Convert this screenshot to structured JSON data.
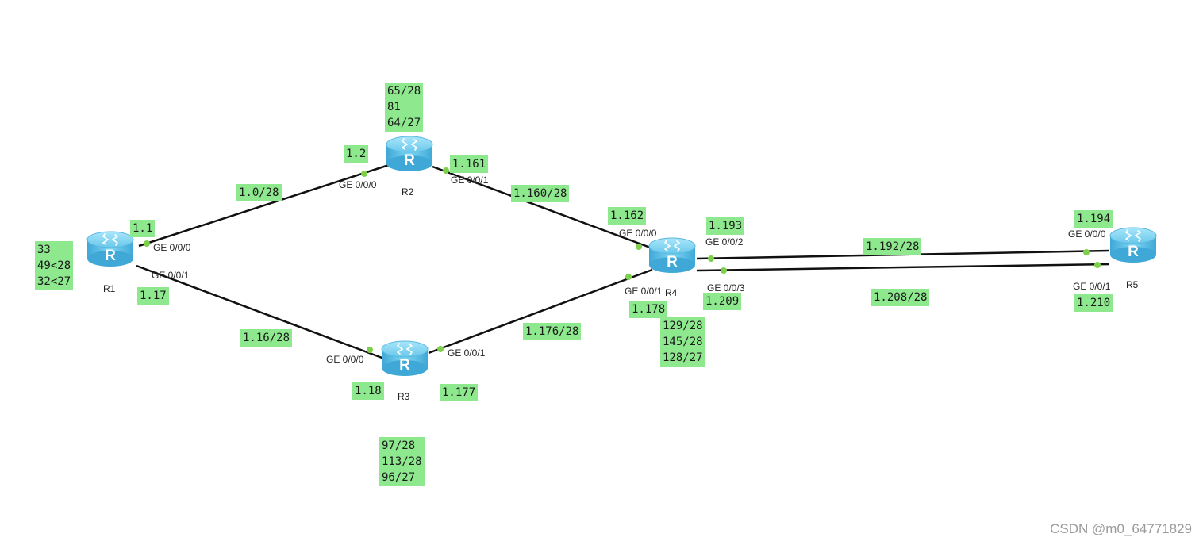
{
  "routers": [
    {
      "id": "R1",
      "name": "R1"
    },
    {
      "id": "R2",
      "name": "R2"
    },
    {
      "id": "R3",
      "name": "R3"
    },
    {
      "id": "R4",
      "name": "R4"
    },
    {
      "id": "R5",
      "name": "R5"
    }
  ],
  "interfaces": {
    "r1_g0": "GE 0/0/0",
    "r1_g1": "GE 0/0/1",
    "r2_g0": "GE 0/0/0",
    "r2_g1": "GE 0/0/1",
    "r3_g0": "GE 0/0/0",
    "r3_g1": "GE 0/0/1",
    "r4_g0": "GE 0/0/0",
    "r4_g1": "GE 0/0/1",
    "r4_g2": "GE 0/0/2",
    "r4_g3": "GE 0/0/3",
    "r5_g0": "GE 0/0/0",
    "r5_g1": "GE 0/0/1"
  },
  "addresses": {
    "r1_g0": "1.1",
    "r1_g1": "1.17",
    "r2_g0": "1.2",
    "r2_g1": "1.161",
    "r3_g0": "1.18",
    "r3_g1": "1.177",
    "r4_g0": "1.162",
    "r4_g1": "1.178",
    "r4_g2": "1.193",
    "r4_g3": "1.209",
    "r5_g0": "1.194",
    "r5_g1": "1.210"
  },
  "subnets": {
    "r1_r2": "1.0/28",
    "r1_r3": "1.16/28",
    "r2_r4": "1.160/28",
    "r3_r4": "1.176/28",
    "r4_r5_a": "1.192/28",
    "r4_r5_b": "1.208/28"
  },
  "loopbacks": {
    "r1": "33\n49<28\n32<27",
    "r2": "65/28\n81\n64/27",
    "r3": "97/28\n113/28\n96/27",
    "r4": "129/28\n145/28\n128/27"
  },
  "watermark": "CSDN @m0_64771829",
  "colors": {
    "label_bg": "#8ee88e",
    "router": "#5bc4ea",
    "link": "#111111",
    "port": "#7ed04b"
  }
}
